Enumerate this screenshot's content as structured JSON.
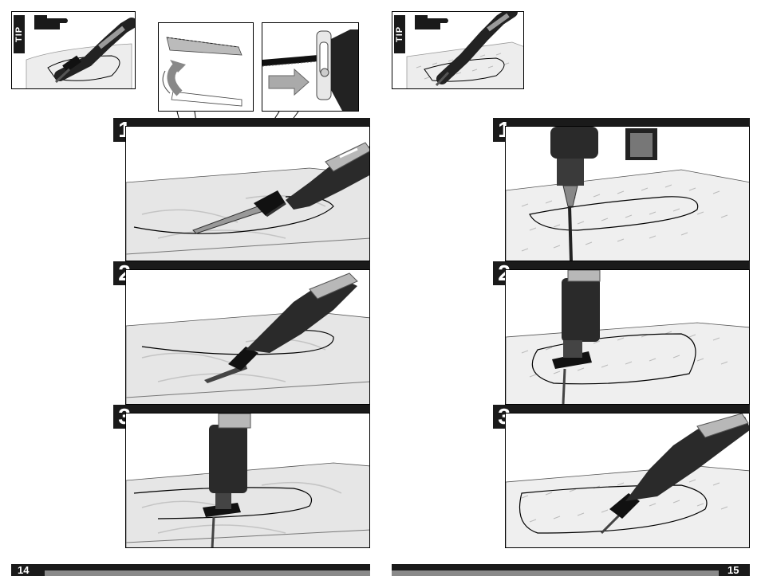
{
  "tip_label": "TIP",
  "left_page": {
    "page_number": "14",
    "steps": [
      "1",
      "2",
      "3"
    ]
  },
  "right_page": {
    "page_number": "15",
    "steps": [
      "1",
      "2",
      "3"
    ]
  },
  "colors": {
    "dark": "#1a1a1a",
    "gray": "#8a8a8a",
    "wood": "#e6e6e6"
  }
}
